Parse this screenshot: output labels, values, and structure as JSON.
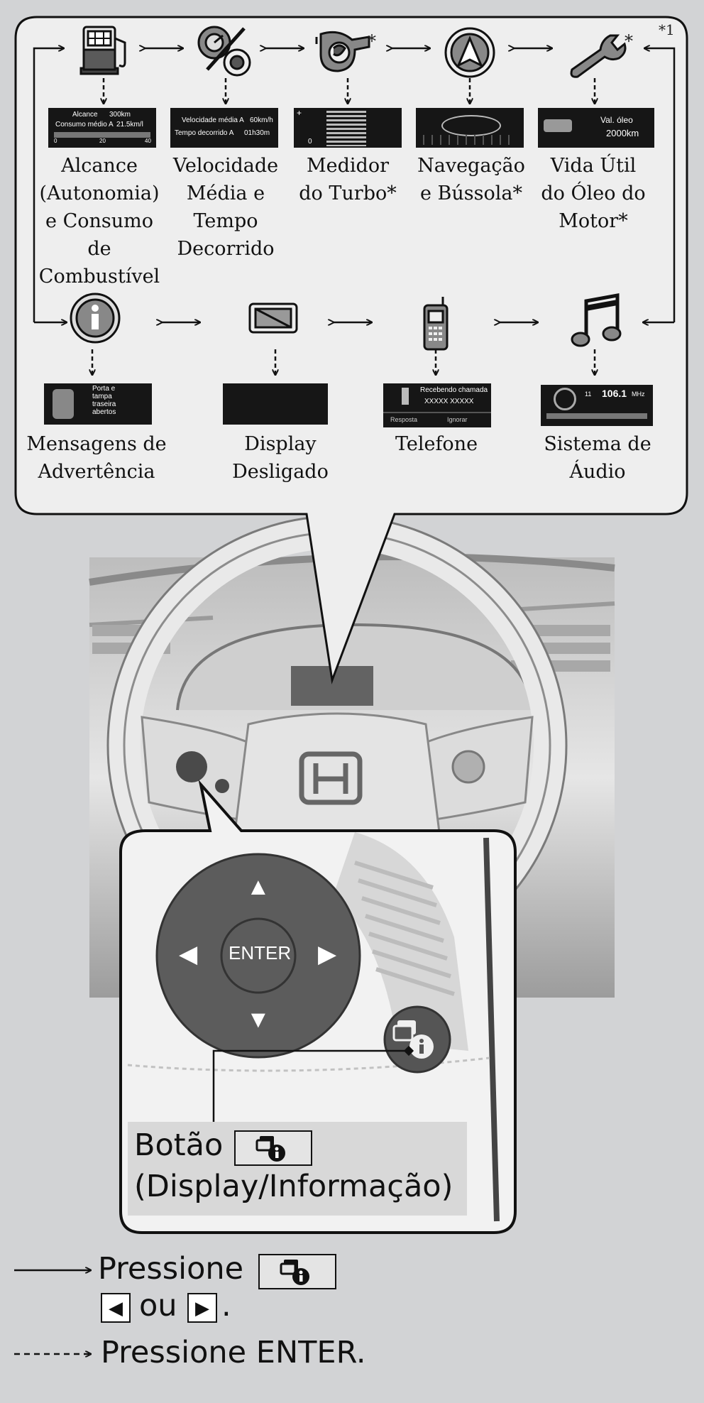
{
  "screens_top": [
    {
      "icon": "fuel-pump-icon",
      "label": "Alcance\n(Autonomia)\ne Consumo\nde\nCombustível",
      "display": {
        "line1_label": "Alcance",
        "line1_value": "300km",
        "line2_label": "Consumo médio A",
        "line2_value": "21.5km/l",
        "scale": [
          "0",
          "20",
          "40"
        ]
      }
    },
    {
      "icon": "speed-time-icon",
      "label": "Velocidade\nMédia e\nTempo\nDecorrido",
      "display": {
        "line1_label": "Velocidade média A",
        "line1_value": "60km/h",
        "line2_label": "Tempo decorrido A",
        "line2_value": "01h30m"
      }
    },
    {
      "icon": "turbo-icon",
      "label": "Medidor\ndo Turbo*",
      "display": {
        "plus": "+",
        "zero": "0"
      }
    },
    {
      "icon": "compass-icon",
      "label": "Navegação\ne Bússola*",
      "display": {}
    },
    {
      "icon": "wrench-icon",
      "label": "Vida Útil\ndo Óleo do\nMotor*",
      "display": {
        "line1": "Val. óleo",
        "line2": "2000km"
      }
    }
  ],
  "screens_bottom": [
    {
      "icon": "info-icon",
      "label": "Mensagens de\nAdvertência",
      "display": {
        "text": "Porta e\ntampa\ntraseira\nabertos"
      }
    },
    {
      "icon": "display-off-icon",
      "label": "Display\nDesligado",
      "display": {}
    },
    {
      "icon": "phone-icon",
      "label": "Telefone",
      "display": {
        "line1": "Recebendo chamada",
        "line2": "XXXXX XXXXX",
        "left": "Resposta",
        "right": "Ignorar"
      }
    },
    {
      "icon": "music-note-icon",
      "label": "Sistema de\nÁudio",
      "display": {
        "freq": "106.1",
        "unit": "MHz",
        "preset": "11"
      }
    }
  ],
  "footnote_marks": {
    "asterisk": "*",
    "footnote": "*1"
  },
  "pad": {
    "enter": "ENTER",
    "up": "▲",
    "down": "▼",
    "left": "◀",
    "right": "▶"
  },
  "button_caption": {
    "line1": "Botão",
    "line2": "(Display/Informação)"
  },
  "legend": {
    "solid_text": "Pressione",
    "solid_or": "ou",
    "solid_left": "◀",
    "solid_right": "▶",
    "solid_period": ".",
    "dashed_text": "Pressione ENTER."
  },
  "colors": {
    "background": "#d2d3d5",
    "panel": "#eeeeee",
    "display": "#161616",
    "pad": "#5d5d5d"
  }
}
